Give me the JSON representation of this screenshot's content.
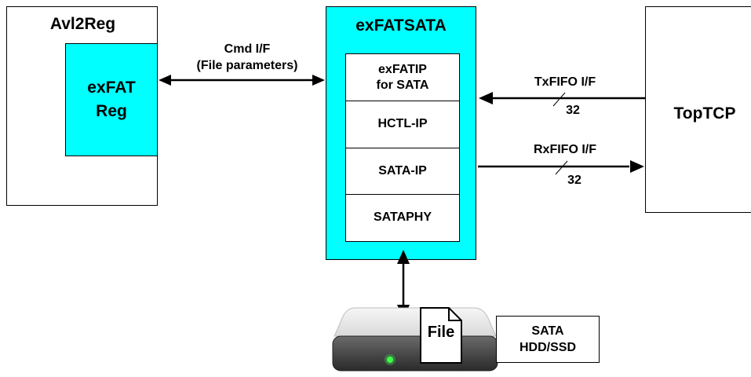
{
  "avl2reg": {
    "title": "Avl2Reg",
    "inner_line1": "exFAT",
    "inner_line2": "Reg"
  },
  "exfatsata": {
    "title": "exFATSATA",
    "layers": [
      {
        "line1": "exFATIP",
        "line2": "for SATA"
      },
      {
        "line1": "HCTL-IP",
        "line2": ""
      },
      {
        "line1": "SATA-IP",
        "line2": ""
      },
      {
        "line1": "SATAPHY",
        "line2": ""
      }
    ]
  },
  "toptcp": {
    "title": "TopTCP"
  },
  "cmd_if": {
    "line1": "Cmd I/F",
    "line2": "(File parameters)"
  },
  "txfifo": {
    "label": "TxFIFO I/F",
    "width": "32"
  },
  "rxfifo": {
    "label": "RxFIFO I/F",
    "width": "32"
  },
  "drive": {
    "file_label": "File",
    "caption_line1": "SATA",
    "caption_line2": "HDD/SSD"
  },
  "colors": {
    "cyan": "#00ffff",
    "border": "#000000",
    "background": "#ffffff"
  }
}
